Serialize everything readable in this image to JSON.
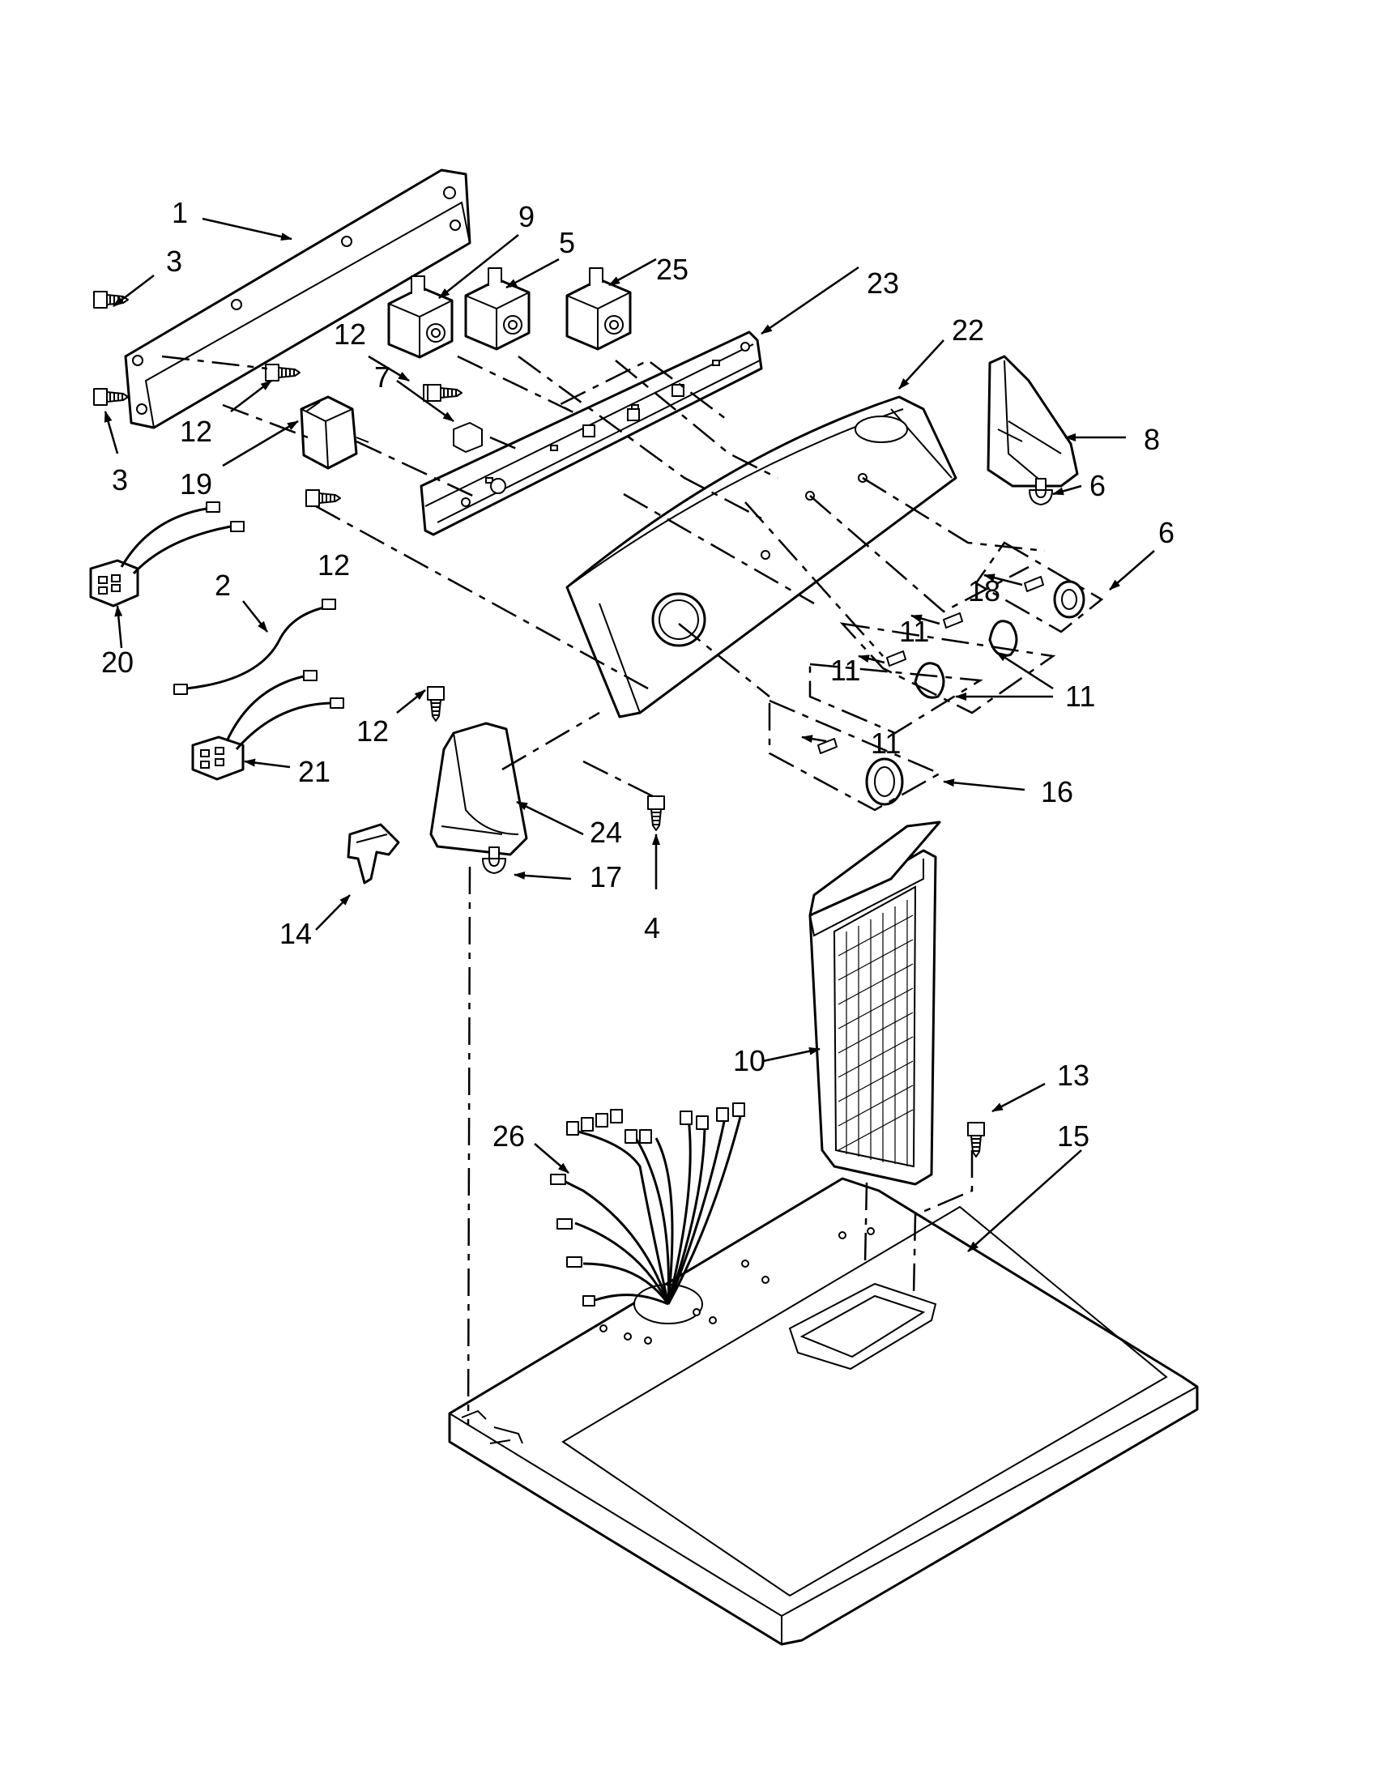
{
  "callouts": [
    {
      "id": "c1",
      "text": "1"
    },
    {
      "id": "c3a",
      "text": "3"
    },
    {
      "id": "c3b",
      "text": "3"
    },
    {
      "id": "c12a",
      "text": "12"
    },
    {
      "id": "c12b",
      "text": "12"
    },
    {
      "id": "c12c",
      "text": "12"
    },
    {
      "id": "c12d",
      "text": "12"
    },
    {
      "id": "c19",
      "text": "19"
    },
    {
      "id": "c20",
      "text": "20"
    },
    {
      "id": "c2",
      "text": "2"
    },
    {
      "id": "c21",
      "text": "21"
    },
    {
      "id": "c9",
      "text": "9"
    },
    {
      "id": "c5",
      "text": "5"
    },
    {
      "id": "c25",
      "text": "25"
    },
    {
      "id": "c7",
      "text": "7"
    },
    {
      "id": "c23",
      "text": "23"
    },
    {
      "id": "c22",
      "text": "22"
    },
    {
      "id": "c8",
      "text": "8"
    },
    {
      "id": "c6a",
      "text": "6"
    },
    {
      "id": "c6b",
      "text": "6"
    },
    {
      "id": "c18",
      "text": "18"
    },
    {
      "id": "c11a",
      "text": "11"
    },
    {
      "id": "c11b",
      "text": "11"
    },
    {
      "id": "c11c",
      "text": "11"
    },
    {
      "id": "c11d",
      "text": "11"
    },
    {
      "id": "c16",
      "text": "16"
    },
    {
      "id": "c24",
      "text": "24"
    },
    {
      "id": "c4",
      "text": "4"
    },
    {
      "id": "c14",
      "text": "14"
    },
    {
      "id": "c17",
      "text": "17"
    },
    {
      "id": "c10",
      "text": "10"
    },
    {
      "id": "c13",
      "text": "13"
    },
    {
      "id": "c15",
      "text": "15"
    },
    {
      "id": "c26",
      "text": "26"
    }
  ]
}
